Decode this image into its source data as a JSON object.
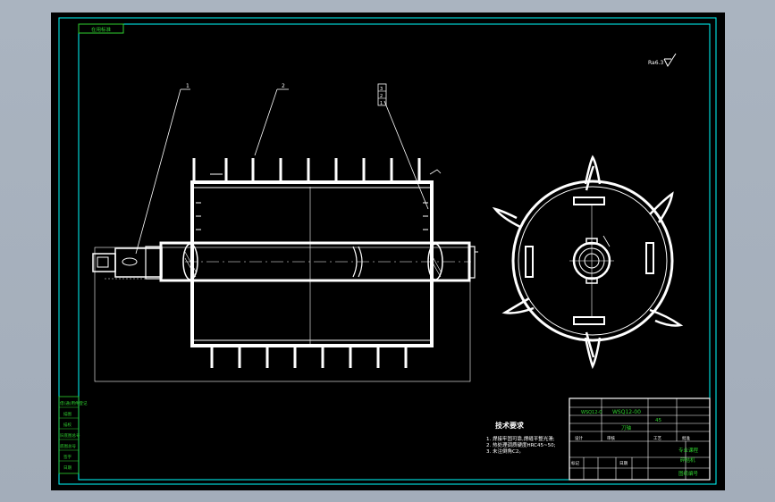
{
  "colors": {
    "background_outer": "#a9b3bf",
    "sheet": "#000000",
    "line_white": "#ffffff",
    "frame_cyan": "#00ffff",
    "text_green": "#2fd12f"
  },
  "drawing": {
    "corner_tag": "在用标准",
    "part_numbers": [
      "1",
      "2",
      "3"
    ],
    "part_numbers_stack": [
      "3",
      "2",
      "1"
    ],
    "surface_symbol": "Ra6.3",
    "tech_requirements": {
      "title": "技术要求",
      "items": [
        "1. 焊接牢固可靠,焊缝平整光滑;",
        "2. 热处理调质硬度HRC45~50;",
        "3. 未注倒角C2。"
      ]
    },
    "title_block": {
      "cell_code": "WSQ12-0",
      "drawing_no": "WSQ12-00",
      "name_short": "刀轴",
      "material": "45",
      "company": "专业课程",
      "part_name": "碎秸机",
      "footer": "图纸编号",
      "labels": [
        "设计",
        "审核",
        "工艺",
        "批准",
        "标记",
        "日期"
      ]
    },
    "side_stamps": [
      "借(通)用件登记",
      "描图",
      "描校",
      "旧底图总号",
      "底图总号",
      "签字",
      "日期"
    ]
  }
}
